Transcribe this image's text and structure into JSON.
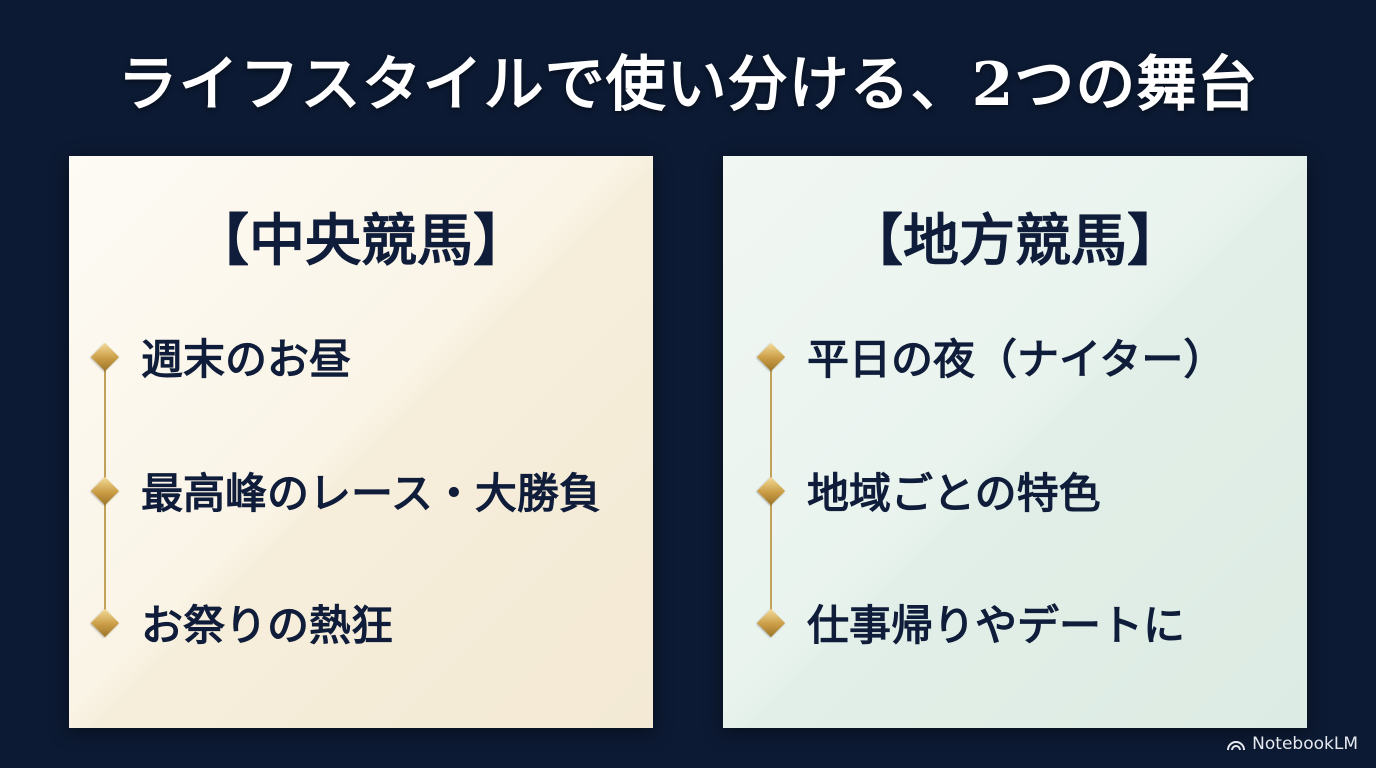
{
  "title": "ライフスタイルで使い分ける、2つの舞台",
  "cards": [
    {
      "heading": "【中央競馬】",
      "items": [
        "週末のお昼",
        "最高峰のレース・大勝負",
        "お祭りの熱狂"
      ]
    },
    {
      "heading": "【地方競馬】",
      "items": [
        "平日の夜（ナイター）",
        "地域ごとの特色",
        "仕事帰りやデートに"
      ]
    }
  ],
  "watermark": "NotebookLM",
  "colors": {
    "background": "#0c1a33",
    "text_dark": "#0f1d3a",
    "gold": "#c2a15a",
    "card_left": "#f8f1e2",
    "card_right": "#e6f1eb"
  },
  "icons": {
    "bullet": "gold-diamond-icon",
    "watermark": "notebooklm-logo-icon"
  }
}
